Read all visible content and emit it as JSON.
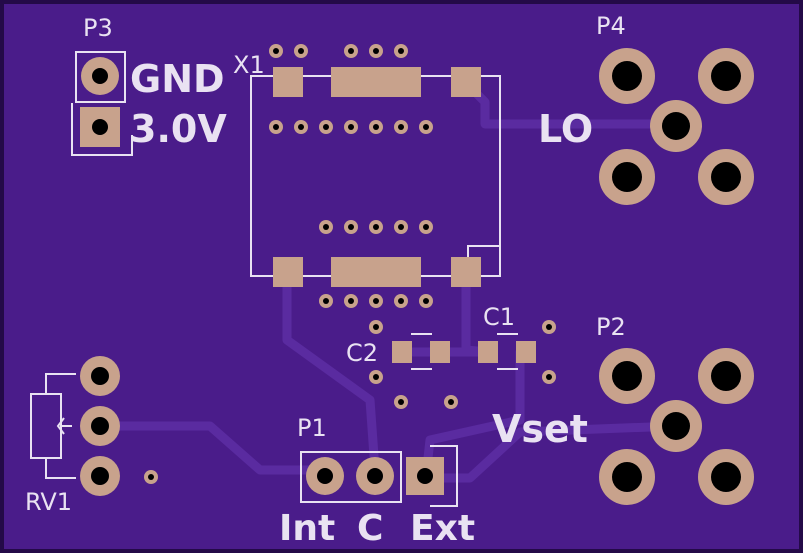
{
  "colors": {
    "background": "#3a1470",
    "board": "#4a1c8a",
    "trace": "#5a2ba0",
    "copper_pad": "#c8a28c",
    "silkscreen": "#e9e2f2",
    "hole": "#000000",
    "outline": "#240a48"
  },
  "labels": {
    "p3": "P3",
    "gnd": "GND",
    "v30": "3.0V",
    "x1": "X1",
    "p4": "P4",
    "lo": "LO",
    "c1": "C1",
    "c2": "C2",
    "p2": "P2",
    "vset": "Vset",
    "p1": "P1",
    "int": "Int",
    "c": "C",
    "ext": "Ext",
    "rv1": "RV1"
  }
}
